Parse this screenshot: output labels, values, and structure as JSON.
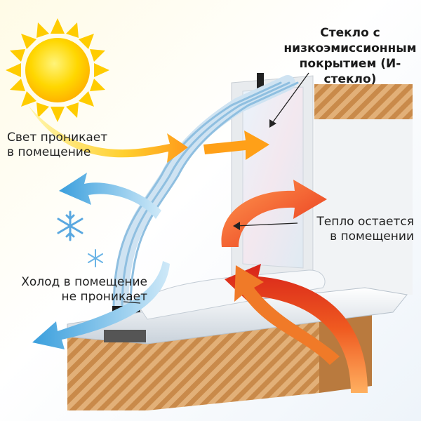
{
  "labels": {
    "light": [
      "Свет проникает",
      "в помещение"
    ],
    "glass": [
      "Стекло с",
      "низкоэмиссионным",
      "покрытием (И-стекло)"
    ],
    "heat": [
      "Тепло остается",
      "в помещении"
    ],
    "cold": [
      "Холод в помещение",
      "не проникает"
    ]
  },
  "icons": [
    "sun-icon",
    "snowflake-icon",
    "snowflake-icon"
  ],
  "colors": {
    "sun": "#ffcc00",
    "sun_core": "#ffe000",
    "light_arrow": "#ffb000",
    "heat_arrow": "#e83a18",
    "cold_arrow": "#4aa6dd",
    "brick": "#c98a4a",
    "frame": "#eef0f3",
    "glass": "#d7e6f2"
  }
}
